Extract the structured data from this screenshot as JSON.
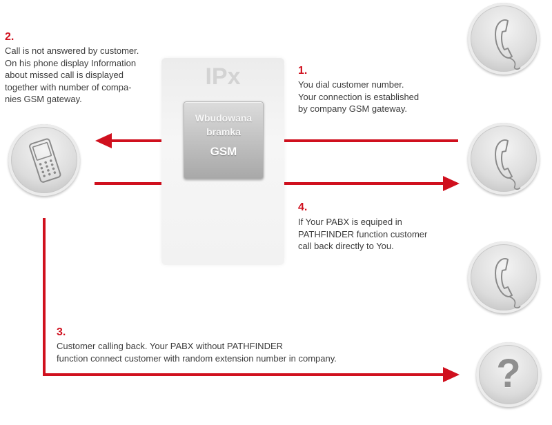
{
  "gateway": {
    "title": "IPx",
    "line1": "Wbudowana",
    "line2": "bramka",
    "line3": "GSM"
  },
  "step1": {
    "number": "1.",
    "lines": [
      "You dial customer number.",
      "Your connection is established",
      "by company GSM gateway."
    ]
  },
  "step2": {
    "number": "2.",
    "lines": [
      "Call is not answered by customer.",
      "On his phone display Information",
      "about missed call is displayed",
      "together with number of compa-",
      "nies GSM gateway."
    ]
  },
  "step3": {
    "number": "3.",
    "lines": [
      "Customer calling back. Your PABX without PATHFINDER",
      "function connect customer with random extension number in company."
    ]
  },
  "step4": {
    "number": "4.",
    "lines": [
      "If Your PABX is equiped in",
      "PATHFINDER function customer",
      "call back directly to You."
    ]
  },
  "icons": {
    "mobile": "mobile-phone-icon",
    "handset": "telephone-handset-icon",
    "unknown": "question-mark",
    "unknown_symbol": "?"
  },
  "colors": {
    "arrow": "#d0101e",
    "step_number": "#d0101e",
    "icon_bg": "#dcdcdc"
  }
}
